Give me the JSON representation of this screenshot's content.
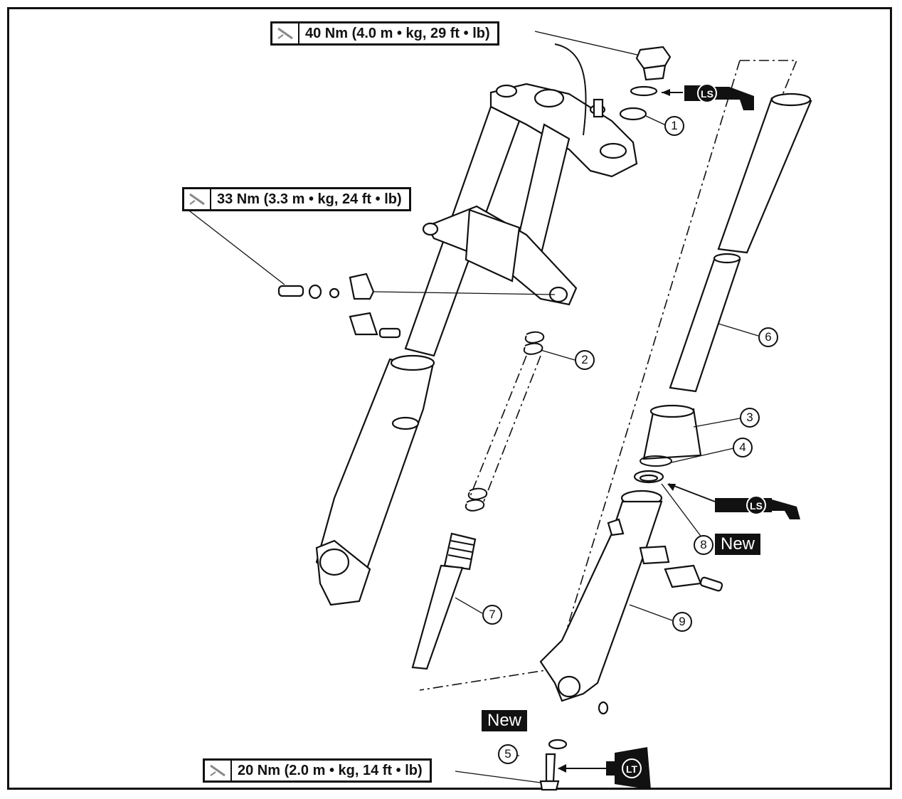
{
  "torque_specs": [
    {
      "id": "top",
      "label": "40 Nm (4.0 m • kg, 29 ft • lb)"
    },
    {
      "id": "middle",
      "label": "33 Nm (3.3 m • kg, 24 ft • lb)"
    },
    {
      "id": "bottom",
      "label": "20 Nm (2.0 m • kg, 14 ft • lb)"
    }
  ],
  "part_callouts": [
    "1",
    "2",
    "3",
    "4",
    "5",
    "6",
    "7",
    "8",
    "9"
  ],
  "new_labels": [
    "New",
    "New"
  ],
  "lubricant_labels": [
    "LS",
    "LS"
  ],
  "locktite_label": "LT",
  "icons": [
    "torque-wrench-icon",
    "grease-gun-icon",
    "locktite-bottle-icon"
  ],
  "colors": {
    "ink": "#111111",
    "paper": "#ffffff"
  }
}
